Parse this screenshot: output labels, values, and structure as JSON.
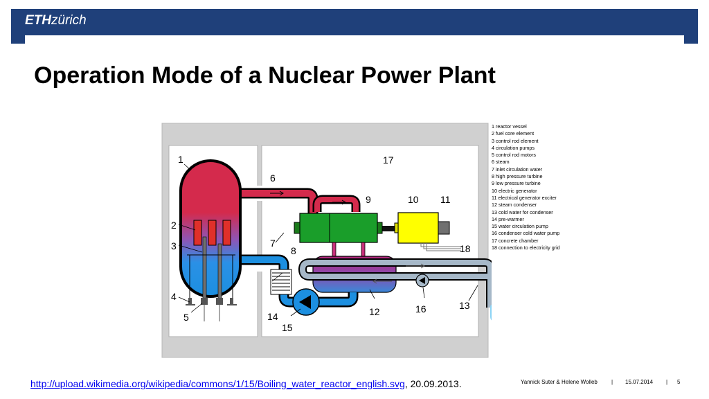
{
  "header": {
    "logo_bold": "ETH",
    "logo_rest": "zürich",
    "brand_color": "#1f407a"
  },
  "slide": {
    "title": "Operation Mode of a Nuclear Power Plant"
  },
  "diagram": {
    "labels": [
      "1",
      "2",
      "3",
      "4",
      "5",
      "6",
      "7",
      "8",
      "9",
      "10",
      "11",
      "12",
      "13",
      "14",
      "15",
      "16",
      "17",
      "18"
    ],
    "legend": [
      "1 reactor vessel",
      "2 fuel core element",
      "3 control rod element",
      "4 circulation pumps",
      "5 control rod motors",
      "6 steam",
      "7 inlet circulation water",
      "8 high pressure turbine",
      "9 low pressure turbine",
      "10 electric generator",
      "11 electrical generator exciter",
      "12 steam condenser",
      "13 cold water for condenser",
      "14 pre-warmer",
      "15 water circulation pump",
      "16 condenser cold water pump",
      "17 concrete chamber",
      "18 connection to electricity grid"
    ],
    "colors": {
      "steam": "#d42a4c",
      "water": "#1c8fe0",
      "turbine": "#1a9e2a",
      "generator": "#ffff00",
      "condenser": "#9b2a8c",
      "cooling": "#a6b8c8",
      "concrete": "#d0d0d0"
    }
  },
  "source": {
    "link": "http://upload.wikimedia.org/wikipedia/commons/1/15/Boiling_water_reactor_english.svg",
    "date": ", 20.09.2013."
  },
  "footer": {
    "authors": "Yannick Suter & Helene Wolleb",
    "sep1": "|",
    "date": "15.07.2014",
    "sep2": "|",
    "page": "5"
  }
}
